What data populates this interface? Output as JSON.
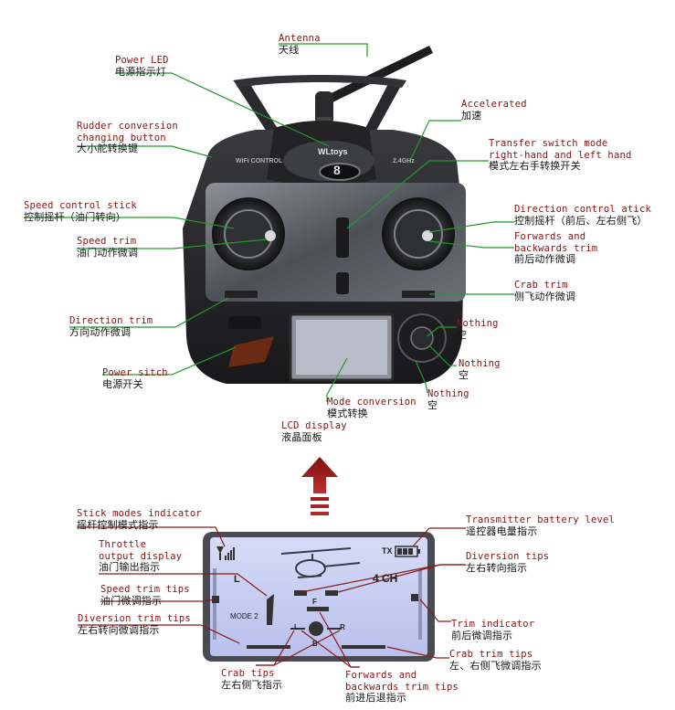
{
  "remote": {
    "brand": "WLtoys",
    "model_numeral": "8",
    "badge_left": "WiFi CONTROL",
    "badge_right": "2.4GHz"
  },
  "labels": {
    "antenna": {
      "en": "Antenna",
      "zh": "天线"
    },
    "power_led": {
      "en": "Power LED",
      "zh": "电源指示灯"
    },
    "rudder_conversion": {
      "en": "Rudder conversion\nchanging button",
      "zh": "大小舵转换键"
    },
    "speed_control_stick": {
      "en": "Speed control stick",
      "zh": "控制摇杆（油门转向）"
    },
    "speed_trim": {
      "en": "Speed trim",
      "zh": "油门动作微调"
    },
    "direction_trim": {
      "en": "Direction trim",
      "zh": "方向动作微调"
    },
    "power_switch": {
      "en": "Power sitch",
      "zh": "电源开关"
    },
    "accelerated": {
      "en": "Accelerated",
      "zh": "加速"
    },
    "transfer_switch": {
      "en": "Transfer switch mode\nright-hand and left hand",
      "zh": "模式左右手转换开关"
    },
    "direction_control": {
      "en": "Direction control atick",
      "zh": "控制摇杆（前后、左右侧飞）"
    },
    "forwards_backwards_trim": {
      "en": "Forwards and\nbackwards trim",
      "zh": "前后动作微调"
    },
    "crab_trim": {
      "en": "Crab trim",
      "zh": "侧飞动作微调"
    },
    "nothing_1": {
      "en": "Nothing",
      "zh": "空"
    },
    "nothing_2": {
      "en": "Nothing",
      "zh": "空"
    },
    "nothing_3": {
      "en": "Nothing",
      "zh": "空"
    },
    "mode_conversion": {
      "en": "Mode conversion",
      "zh": "模式转换"
    },
    "lcd_display": {
      "en": "LCD display",
      "zh": "液晶面板"
    },
    "stick_modes_indicator": {
      "en": "Stick modes indicator",
      "zh": "摇杆控制模式指示"
    },
    "throttle_output": {
      "en": "Throttle\noutput display",
      "zh": "油门输出指示"
    },
    "speed_trim_tips": {
      "en": "Speed trim tips",
      "zh": "油门微调指示"
    },
    "diversion_trim_tips": {
      "en": "Diversion trim tips",
      "zh": "左右转向微调指示"
    },
    "transmitter_battery": {
      "en": "Transmitter battery level",
      "zh": "遥控器电量指示"
    },
    "diversion_tips": {
      "en": "Diversion tips",
      "zh": "左右转向指示"
    },
    "trim_indicator": {
      "en": "Trim indicator",
      "zh": "前后微调指示"
    },
    "crab_trim_tips": {
      "en": "Crab trim tips",
      "zh": "左、右侧飞微调指示"
    },
    "crab_tips": {
      "en": "Crab tips",
      "zh": "左右侧飞指示"
    },
    "forwards_backwards_tips": {
      "en": "Forwards and\nbackwards trim tips",
      "zh": "前进后退指示"
    }
  },
  "lcd": {
    "tx": "TX",
    "channels": "4 CH",
    "mode": "MODE 2",
    "left_marker": "L",
    "forward_marker": "F",
    "stick_left": "L",
    "stick_right": "R",
    "stick_back": "B"
  },
  "colors": {
    "line": "#1f9a2e",
    "arrow": "#8b1a1a",
    "lcd_bg": "#c9cff2",
    "lcd_frame": "#4a4a52",
    "body": "#2b2b2e"
  }
}
